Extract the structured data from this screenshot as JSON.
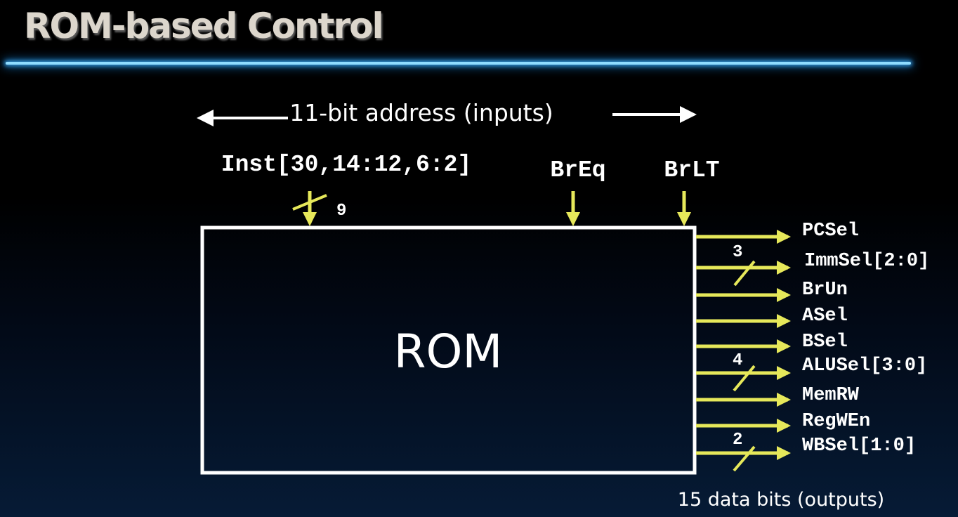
{
  "title": "ROM-based Control",
  "address_label": "11-bit address (inputs)",
  "rom_label": "ROM",
  "data_label": "15 data bits (outputs)",
  "inputs": [
    {
      "name": "Inst[30,14:12,6:2]",
      "width": "9"
    },
    {
      "name": "BrEq",
      "width": ""
    },
    {
      "name": "BrLT",
      "width": ""
    }
  ],
  "outputs": [
    {
      "name": "PCSel",
      "width": ""
    },
    {
      "name": "ImmSel[2:0]",
      "width": "3"
    },
    {
      "name": "BrUn",
      "width": ""
    },
    {
      "name": "ASel",
      "width": ""
    },
    {
      "name": "BSel",
      "width": ""
    },
    {
      "name": "ALUSel[3:0]",
      "width": "4"
    },
    {
      "name": "MemRW",
      "width": ""
    },
    {
      "name": "RegWEn",
      "width": ""
    },
    {
      "name": "WBSel[1:0]",
      "width": "2"
    }
  ],
  "colors": {
    "wire": "#e6e85a",
    "box": "#ffffff",
    "text": "#ffffff",
    "title": "#dcd6cc",
    "rule": "#8fdcff"
  }
}
